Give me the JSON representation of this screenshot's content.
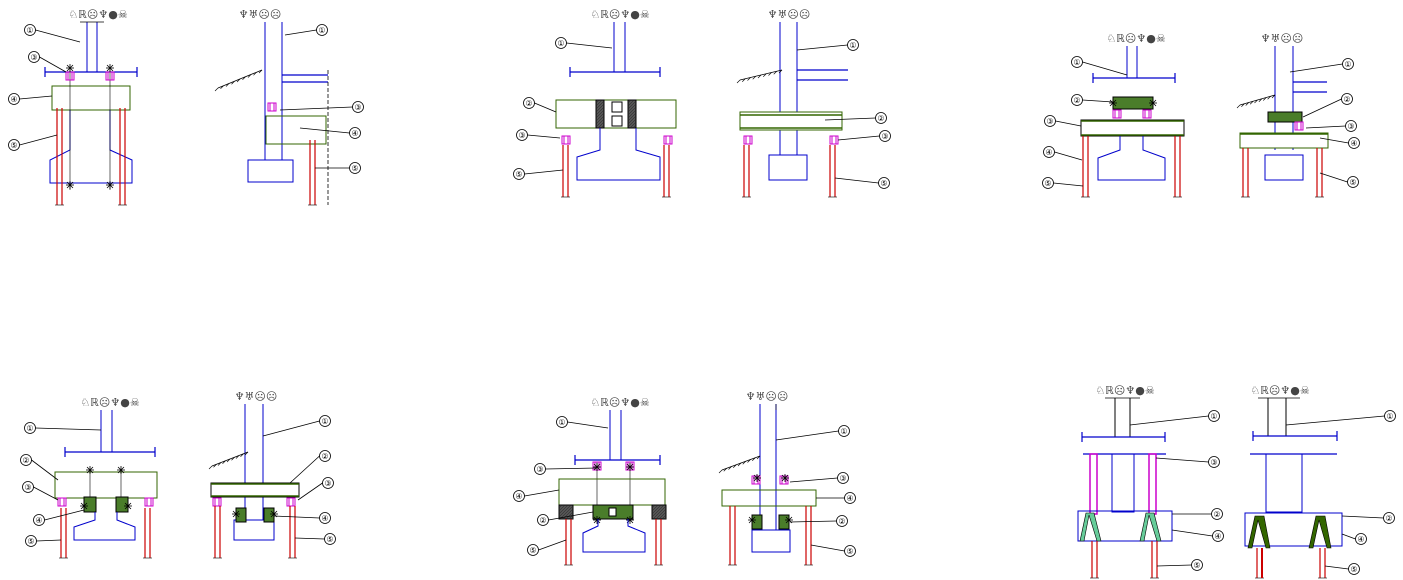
{
  "glyph_strings": {
    "left": "♘ℝ☹♆●☠",
    "right": "♆♅☹☹"
  },
  "callouts": [
    "①",
    "②",
    "③",
    "④",
    "⑤"
  ],
  "colors": {
    "column": "#0000cc",
    "pile": "#cc0000",
    "pile_cap": "#336600",
    "bracket": "#cc00cc",
    "filler": "#66cc99",
    "soil": "#000000"
  }
}
